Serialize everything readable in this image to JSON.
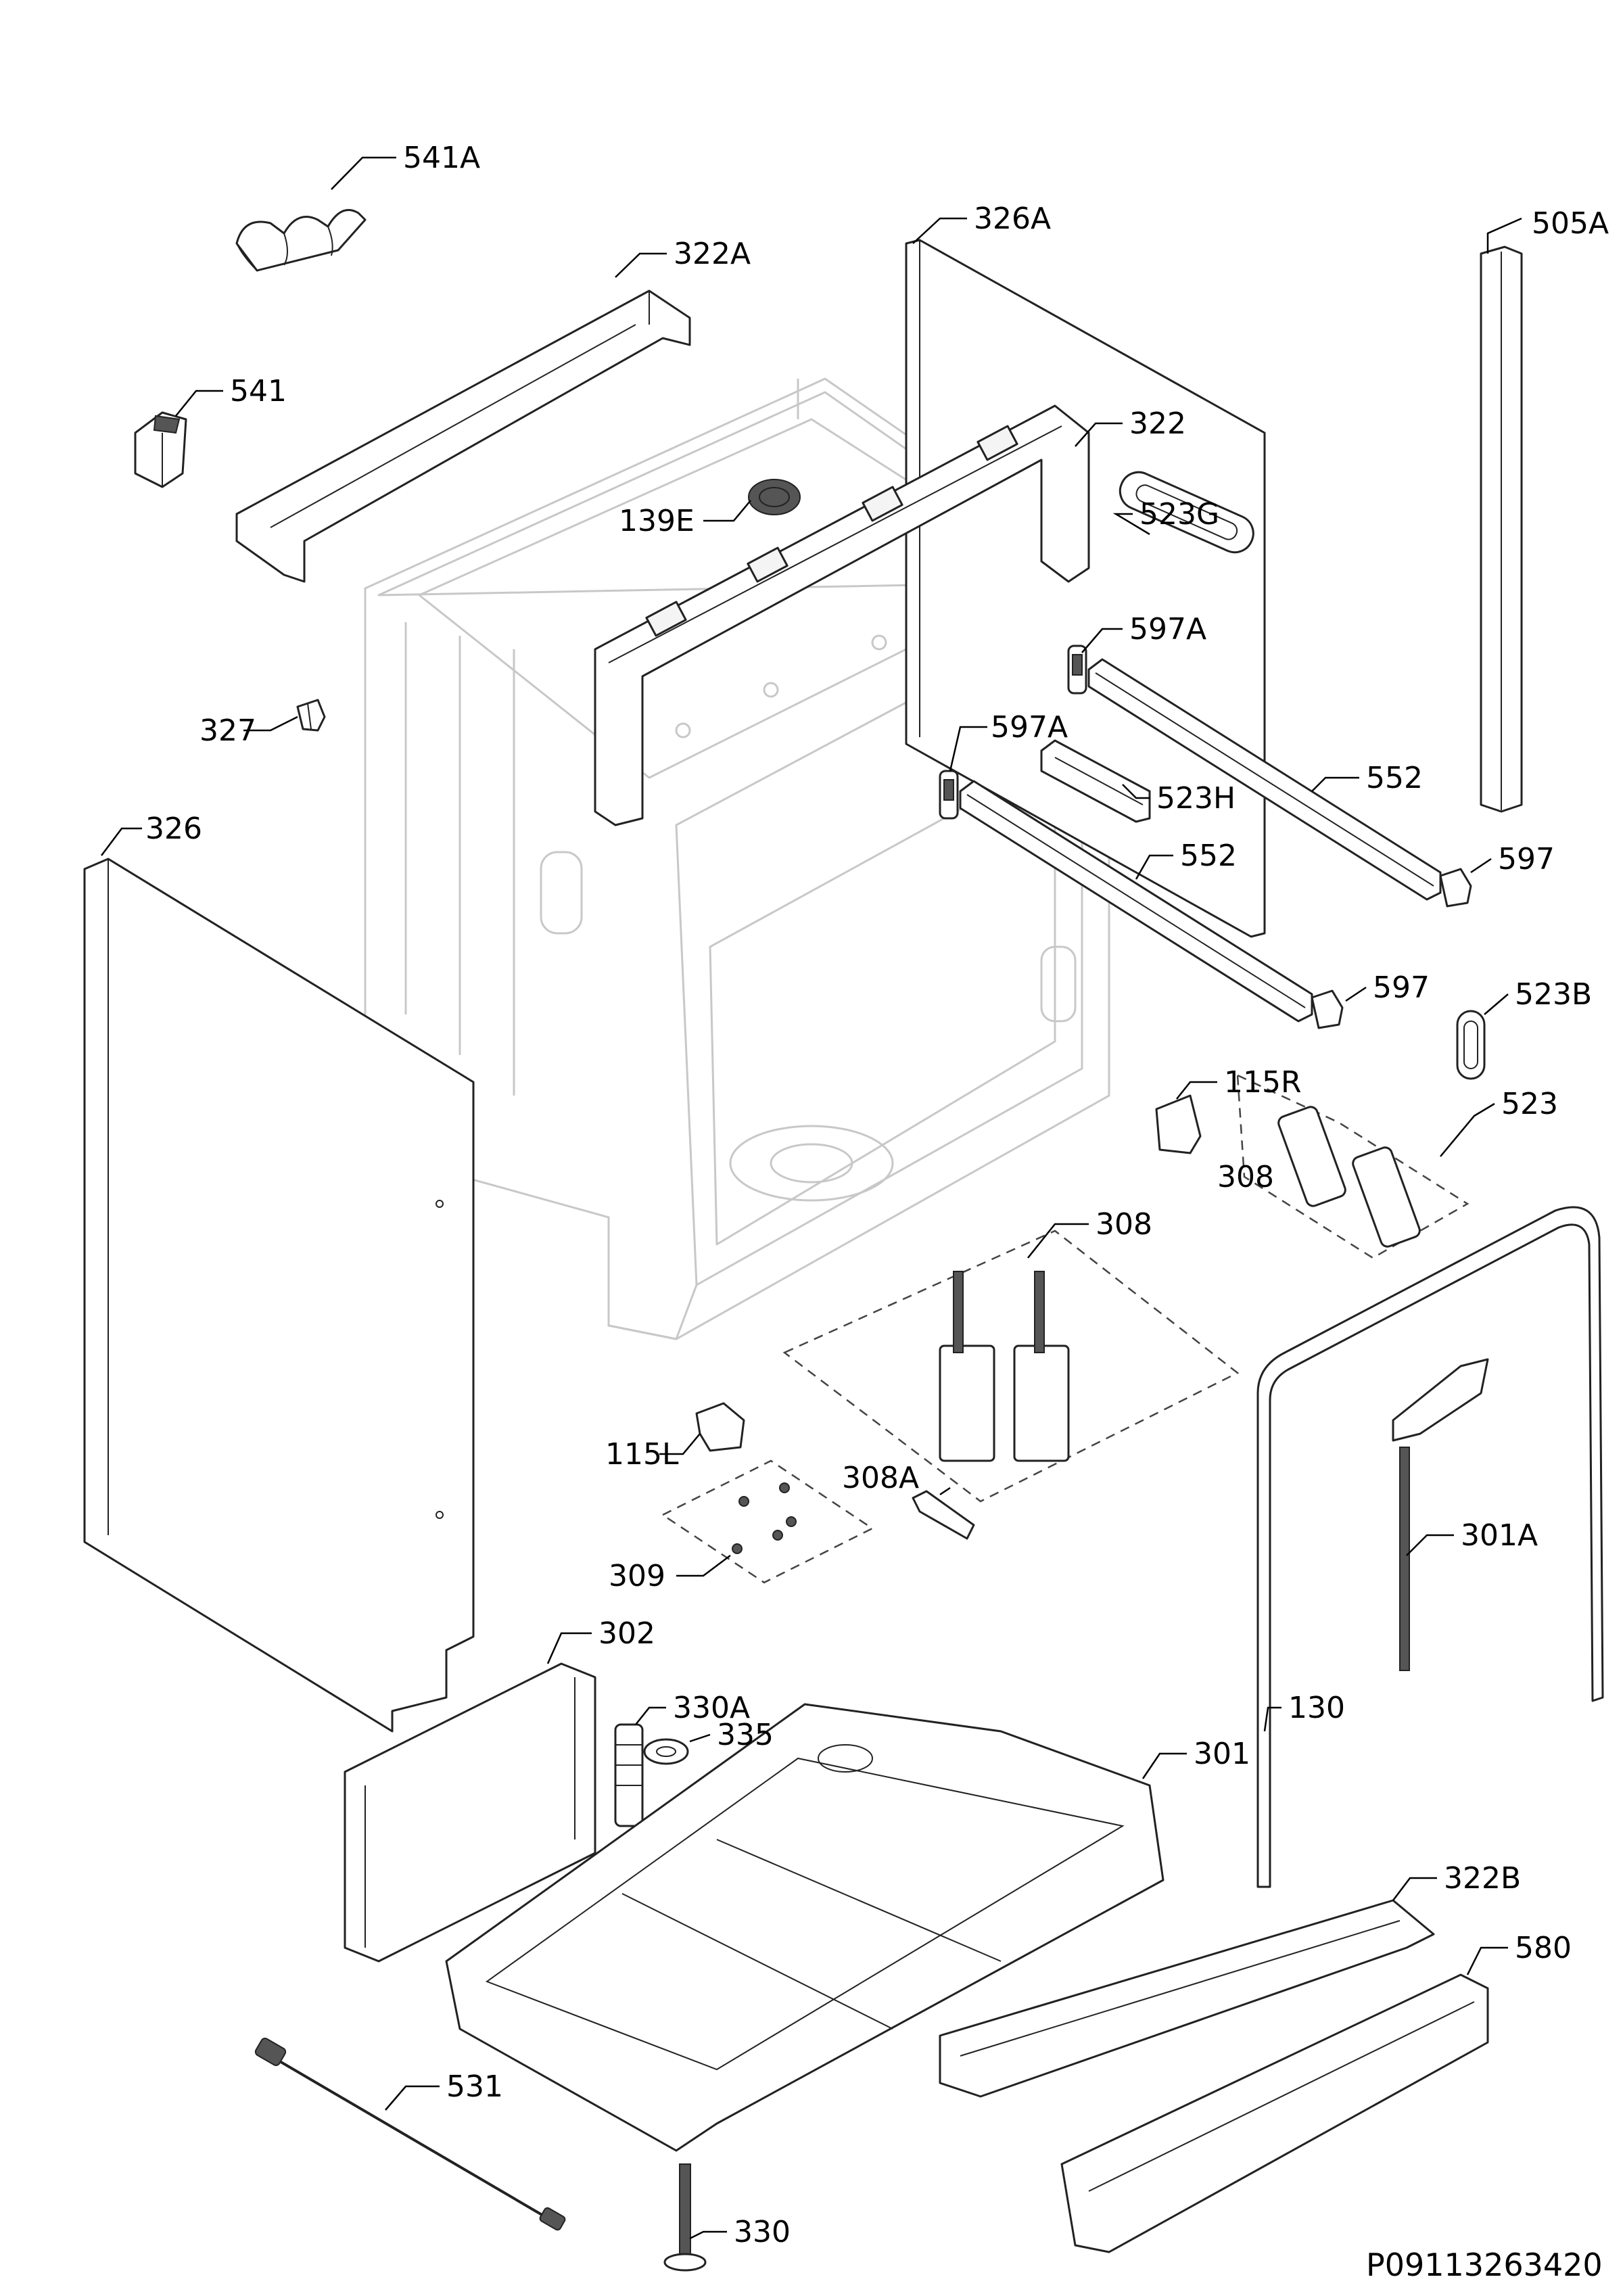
{
  "diagram": {
    "drawing_code": "P09113263420",
    "part_labels": [
      {
        "id": "541A",
        "text": "541A"
      },
      {
        "id": "322A",
        "text": "322A"
      },
      {
        "id": "326A",
        "text": "326A"
      },
      {
        "id": "505A",
        "text": "505A"
      },
      {
        "id": "541",
        "text": "541"
      },
      {
        "id": "322",
        "text": "322"
      },
      {
        "id": "523G",
        "text": "523G"
      },
      {
        "id": "139E",
        "text": "139E"
      },
      {
        "id": "597A-upper",
        "text": "597A"
      },
      {
        "id": "327",
        "text": "327"
      },
      {
        "id": "597A-lower",
        "text": "597A"
      },
      {
        "id": "552-upper",
        "text": "552"
      },
      {
        "id": "523H",
        "text": "523H"
      },
      {
        "id": "326",
        "text": "326"
      },
      {
        "id": "552-lower",
        "text": "552"
      },
      {
        "id": "597-upper",
        "text": "597"
      },
      {
        "id": "597-lower",
        "text": "597"
      },
      {
        "id": "523B",
        "text": "523B"
      },
      {
        "id": "115R",
        "text": "115R"
      },
      {
        "id": "523",
        "text": "523"
      },
      {
        "id": "308-upper",
        "text": "308"
      },
      {
        "id": "308-lower",
        "text": "308"
      },
      {
        "id": "115L",
        "text": "115L"
      },
      {
        "id": "308A",
        "text": "308A"
      },
      {
        "id": "301A",
        "text": "301A"
      },
      {
        "id": "309",
        "text": "309"
      },
      {
        "id": "302",
        "text": "302"
      },
      {
        "id": "330A",
        "text": "330A"
      },
      {
        "id": "335",
        "text": "335"
      },
      {
        "id": "130",
        "text": "130"
      },
      {
        "id": "301",
        "text": "301"
      },
      {
        "id": "322B",
        "text": "322B"
      },
      {
        "id": "580",
        "text": "580"
      },
      {
        "id": "531",
        "text": "531"
      },
      {
        "id": "330",
        "text": "330"
      }
    ]
  }
}
